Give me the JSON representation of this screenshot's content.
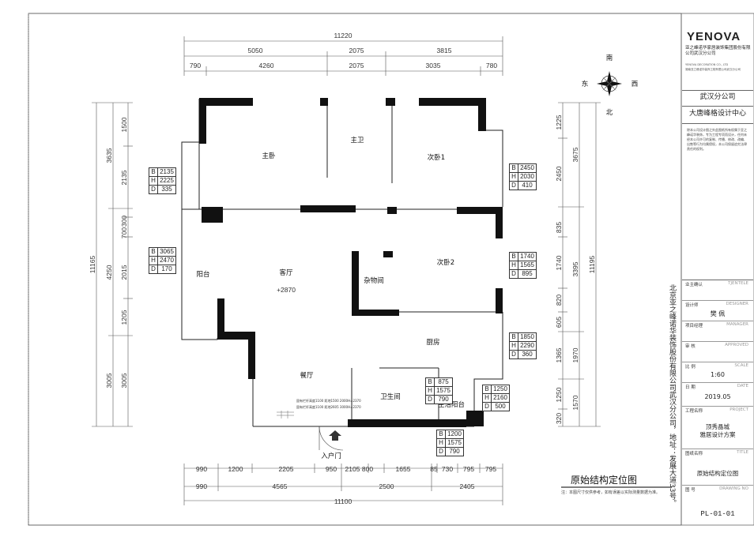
{
  "plan": {
    "title": "原始结构定位图",
    "note": "注：本图尺寸仅供参考，如有误差以实际测量数据为准。",
    "entrance": "入户门",
    "level_mark": "+2870",
    "compass": {
      "north": "北",
      "south": "南",
      "east": "东",
      "west": "西"
    },
    "rooms": {
      "master_bedroom": "主卧",
      "master_bath": "主卫",
      "bedroom1": "次卧1",
      "bedroom2": "次卧2",
      "living": "客厅",
      "balcony": "阳台",
      "storage": "杂物间",
      "kitchen": "厨房",
      "dining": "餐厅",
      "bathroom": "卫生间",
      "service_balcony": "生活阳台"
    },
    "windows": {
      "w1": {
        "b": "B",
        "bv": "2135",
        "h": "H",
        "hv": "2225",
        "d": "D",
        "dv": "335"
      },
      "w2": {
        "b": "B",
        "bv": "3065",
        "h": "H",
        "hv": "2470",
        "d": "D",
        "dv": "170"
      },
      "w3": {
        "b": "B",
        "bv": "2450",
        "h": "H",
        "hv": "2030",
        "d": "D",
        "dv": "410"
      },
      "w4": {
        "b": "B",
        "bv": "1740",
        "h": "H",
        "hv": "1565",
        "d": "D",
        "dv": "895"
      },
      "w5": {
        "b": "B",
        "bv": "1850",
        "h": "H",
        "hv": "2290",
        "d": "D",
        "dv": "360"
      },
      "w6": {
        "b": "B",
        "bv": "875",
        "h": "H",
        "hv": "1575",
        "d": "D",
        "dv": "790"
      },
      "w7": {
        "b": "B",
        "bv": "1250",
        "h": "H",
        "hv": "2160",
        "d": "D",
        "dv": "500"
      },
      "w8": {
        "b": "B",
        "bv": "1200",
        "h": "H",
        "hv": "1575",
        "d": "D",
        "dv": "790"
      }
    },
    "dims": {
      "top_total": "11220",
      "top_mid": [
        "5050",
        "2075",
        "3815"
      ],
      "top_detail": [
        "790",
        "4260",
        "2075",
        "3035",
        "780"
      ],
      "bottom_detail": [
        "990",
        "1200",
        "2205",
        "950",
        "2105",
        "800",
        "1655",
        "85",
        "730",
        "795",
        "795"
      ],
      "bottom_mid": [
        "990",
        "4565",
        "2500",
        "2405"
      ],
      "bottom_total": "11100",
      "left_total": "11165",
      "left_mid": [
        "3635",
        "4250",
        "3005"
      ],
      "left_detail": [
        "1500",
        "2135",
        "300",
        "700",
        "2015",
        "1205",
        "3005"
      ],
      "right_total": "11195",
      "right_mid": [
        "3675",
        "3395",
        "1970",
        "1570"
      ],
      "right_detail": [
        "1225",
        "2450",
        "835",
        "1740",
        "820",
        "605",
        "1365",
        "1250",
        "320"
      ]
    },
    "small_notes": [
      "固有栏杆高度1100 距地1500 2000H=2370",
      "固有栏杆高度1100 距地2605 3000H=2370"
    ]
  },
  "title_block": {
    "logo": "YENOVA",
    "company_cn": "亚之峰诺华家居装饰集团股份有限公司武汉分公司",
    "company_en": "YENOVA DECORATION CO., LTD",
    "company_en2": "湖南亚之峰诺华装饰工程有限公司武汉分公司",
    "branch": "武汉分公司",
    "center": "大唐峰格设计中心",
    "disclaimer": "除本公司设计图之外此图纸所有权属于亚之峰诺华装饰，专为工程专项而设计，任何未经本公司许可的复制、传播、修改、改编、出售等行为均属侵权，本公司保留追究法律责任的权利。",
    "vertical_text": "北京亚之峰诺华装饰股份有限公司武汉分公司，地址：发展大道33号。",
    "rows": [
      {
        "cn": "业主确认",
        "en": "TJENTELE",
        "val": ""
      },
      {
        "cn": "设计师",
        "en": "DESIGNER",
        "val": "樊 佩"
      },
      {
        "cn": "项目经理",
        "en": "MANAGER",
        "val": ""
      },
      {
        "cn": "审 核",
        "en": "APPROVED",
        "val": ""
      },
      {
        "cn": "比 例",
        "en": "SCALE",
        "val": "1:60"
      },
      {
        "cn": "日 期",
        "en": "DATE",
        "val": "2019.05"
      },
      {
        "cn": "工程名称",
        "en": "PROJECT",
        "val": "顶秀晶城\n雅居设计方案"
      },
      {
        "cn": "图纸名称",
        "en": "TITLE",
        "val": "原始结构定位图"
      },
      {
        "cn": "图 号",
        "en": "DRAWING NO",
        "val": "PL-01-01"
      }
    ]
  }
}
